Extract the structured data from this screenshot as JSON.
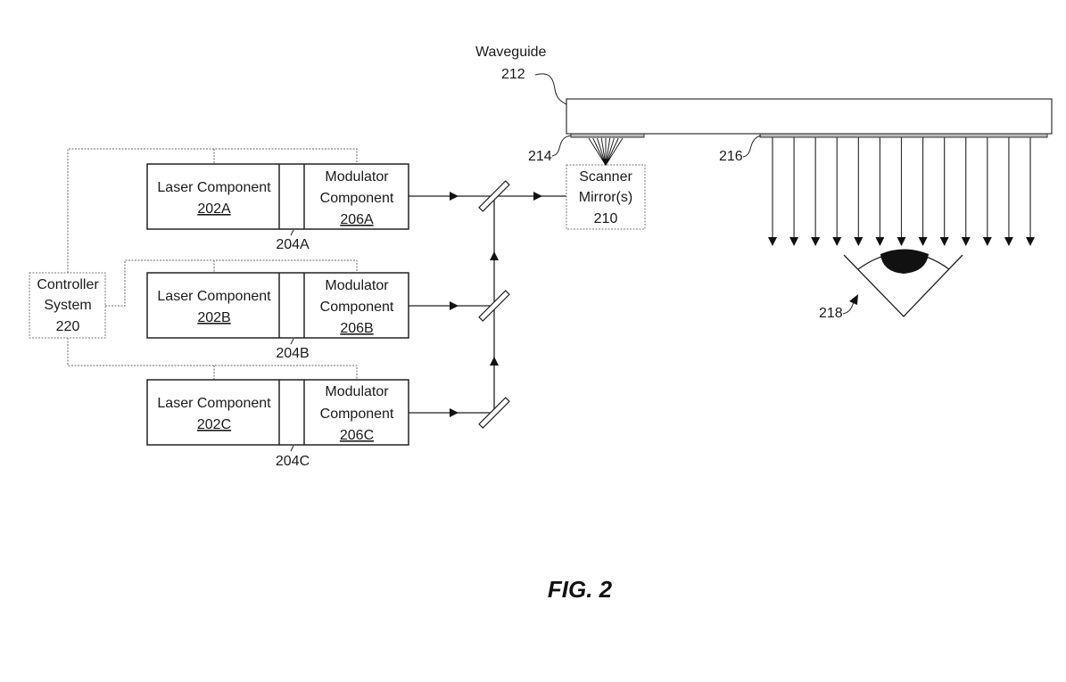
{
  "figure": {
    "caption": "FIG. 2",
    "waveguide": {
      "label": "Waveguide",
      "ref": "212"
    },
    "input_coupler": {
      "ref": "214"
    },
    "output_coupler": {
      "ref": "216"
    },
    "eye": {
      "ref": "218"
    },
    "scanner": {
      "line1": "Scanner",
      "line2": "Mirror(s)",
      "ref": "210"
    },
    "controller": {
      "line1": "Controller",
      "line2": "System",
      "ref": "220"
    },
    "channels": [
      {
        "laser_label": "Laser Component",
        "laser_ref": "202A",
        "coupler_ref": "204A",
        "mod_line1": "Modulator",
        "mod_line2": "Component",
        "mod_ref": "206A"
      },
      {
        "laser_label": "Laser Component",
        "laser_ref": "202B",
        "coupler_ref": "204B",
        "mod_line1": "Modulator",
        "mod_line2": "Component",
        "mod_ref": "206B"
      },
      {
        "laser_label": "Laser Component",
        "laser_ref": "202C",
        "coupler_ref": "204C",
        "mod_line1": "Modulator",
        "mod_line2": "Component",
        "mod_ref": "206C"
      }
    ],
    "output_ray_count": 13
  }
}
